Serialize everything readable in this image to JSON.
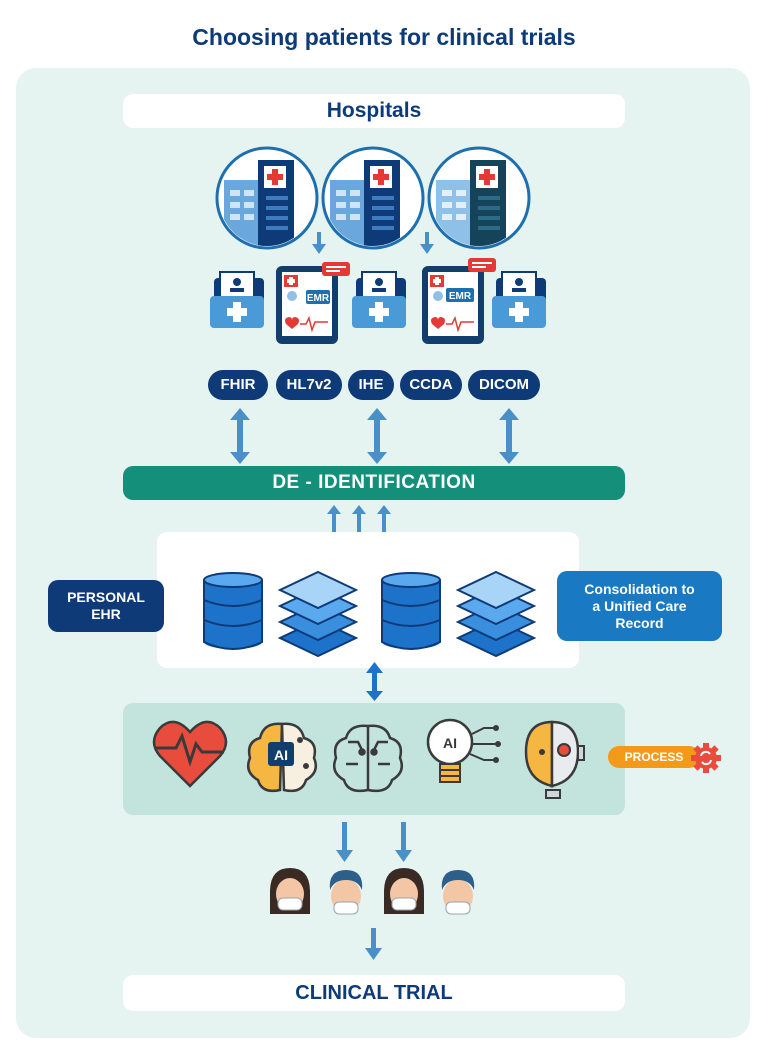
{
  "title": "Choosing patients for clinical trials",
  "hospitals_label": "Hospitals",
  "protocols": [
    "FHIR",
    "HL7v2",
    "IHE",
    "CCDA",
    "DICOM"
  ],
  "emr_label": "EMR",
  "deidentification_label": "DE - IDENTIFICATION",
  "personal_ehr": {
    "line1": "PERSONAL",
    "line2": "EHR"
  },
  "consolidation": {
    "line1": "Consolidation to",
    "line2": "a Unified Care",
    "line3": "Record"
  },
  "ai_label": "AI",
  "process_label": "PROCESS",
  "clinical_trial_label": "CLINICAL TRIAL",
  "icons": [
    "hospital-icon",
    "patient-folder-icon",
    "emr-tablet-icon",
    "database-icon",
    "layers-icon",
    "heart-pulse-icon",
    "ai-brain-icon",
    "circuit-brain-icon",
    "ai-lightbulb-icon",
    "robot-face-icon",
    "gear-icon",
    "patient-icon"
  ],
  "colors": {
    "navy": "#0f3a78",
    "teal": "#138f7a",
    "blue": "#1979c3",
    "orange": "#f39a1b",
    "panel": "#e5f3f1",
    "ai_panel": "#c3e3dd"
  }
}
